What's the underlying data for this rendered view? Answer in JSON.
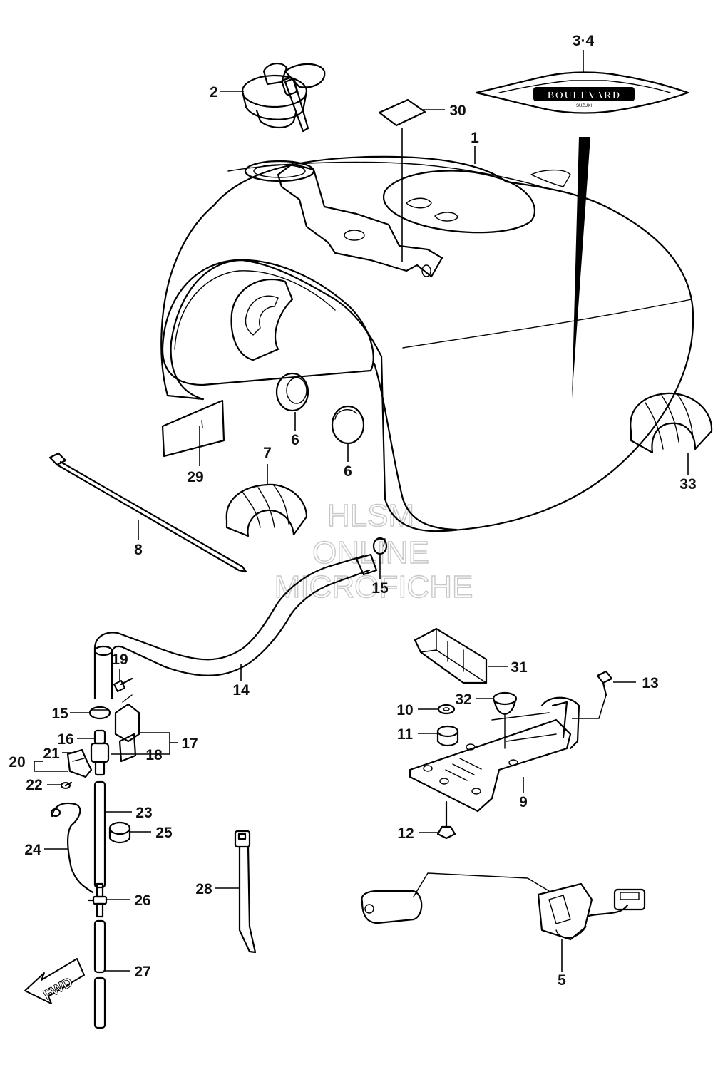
{
  "callouts": {
    "c1": "1",
    "c2": "2",
    "c3_4": "3·4",
    "c5": "5",
    "c6a": "6",
    "c6b": "6",
    "c7": "7",
    "c8": "8",
    "c9": "9",
    "c10": "10",
    "c11": "11",
    "c12": "12",
    "c13": "13",
    "c14": "14",
    "c15a": "15",
    "c15b": "15",
    "c16": "16",
    "c17": "17",
    "c18": "18",
    "c19": "19",
    "c20": "20",
    "c21": "21",
    "c22": "22",
    "c23": "23",
    "c24": "24",
    "c25": "25",
    "c26": "26",
    "c27": "27",
    "c28": "28",
    "c29": "29",
    "c30": "30",
    "c31": "31",
    "c32": "32",
    "c33": "33"
  },
  "watermark": {
    "line1": "HLSM",
    "line2": "ONLINE",
    "line3": "MICROFICHE"
  },
  "emblem": {
    "brand": "BOULEVARD",
    "sub": "SUZUKI"
  },
  "direction_arrow": {
    "label": "FWD"
  }
}
